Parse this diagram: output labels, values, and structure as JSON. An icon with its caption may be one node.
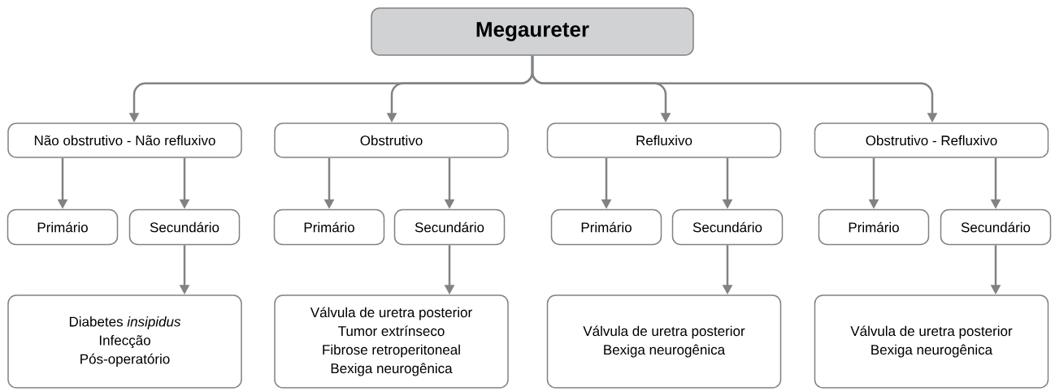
{
  "diagram": {
    "nodes": [
      {
        "text": [
          "Megaureter"
        ]
      },
      {
        "text": [
          "Não obstrutivo - Não refluxivo"
        ]
      },
      {
        "text": [
          "Obstrutivo"
        ]
      },
      {
        "text": [
          "Refluxivo"
        ]
      },
      {
        "text": [
          "Obstrutivo - Refluxivo"
        ]
      },
      {
        "text": [
          "Primário"
        ]
      },
      {
        "text": [
          "Secundário"
        ]
      },
      {
        "text": [
          "Primário"
        ]
      },
      {
        "text": [
          "Secundário"
        ]
      },
      {
        "text": [
          "Primário"
        ]
      },
      {
        "text": [
          "Secundário"
        ]
      },
      {
        "text": [
          "Primário"
        ]
      },
      {
        "text": [
          "Secundário"
        ]
      },
      {
        "text": [
          "Diabetes *insipidus*",
          "Infecção",
          "Pós-operatório"
        ]
      },
      {
        "text": [
          "Válvula de uretra posterior",
          "Tumor extrínseco",
          "Fibrose retroperitoneal",
          "Bexiga neurogênica"
        ]
      },
      {
        "text": [
          "Válvula de uretra posterior",
          "Bexiga neurogênica"
        ]
      },
      {
        "text": [
          "Válvula de uretra posterior",
          "Bexiga neurogênica"
        ]
      }
    ],
    "edges": [
      {
        "from": 0,
        "to": 1,
        "arrow": "to"
      },
      {
        "from": 0,
        "to": 2,
        "arrow": "to"
      },
      {
        "from": 0,
        "to": 3,
        "arrow": "to"
      },
      {
        "from": 0,
        "to": 4,
        "arrow": "to"
      },
      {
        "from": 1,
        "to": 5,
        "arrow": "to"
      },
      {
        "from": 1,
        "to": 6,
        "arrow": "to"
      },
      {
        "from": 2,
        "to": 7,
        "arrow": "to"
      },
      {
        "from": 2,
        "to": 8,
        "arrow": "to"
      },
      {
        "from": 3,
        "to": 9,
        "arrow": "to"
      },
      {
        "from": 3,
        "to": 10,
        "arrow": "to"
      },
      {
        "from": 4,
        "to": 11,
        "arrow": "to"
      },
      {
        "from": 4,
        "to": 12,
        "arrow": "to"
      },
      {
        "from": 6,
        "to": 13,
        "arrow": "to"
      },
      {
        "from": 8,
        "to": 14,
        "arrow": "to"
      },
      {
        "from": 10,
        "to": 15,
        "arrow": "to"
      },
      {
        "from": 12,
        "to": 16,
        "arrow": "to"
      }
    ]
  }
}
